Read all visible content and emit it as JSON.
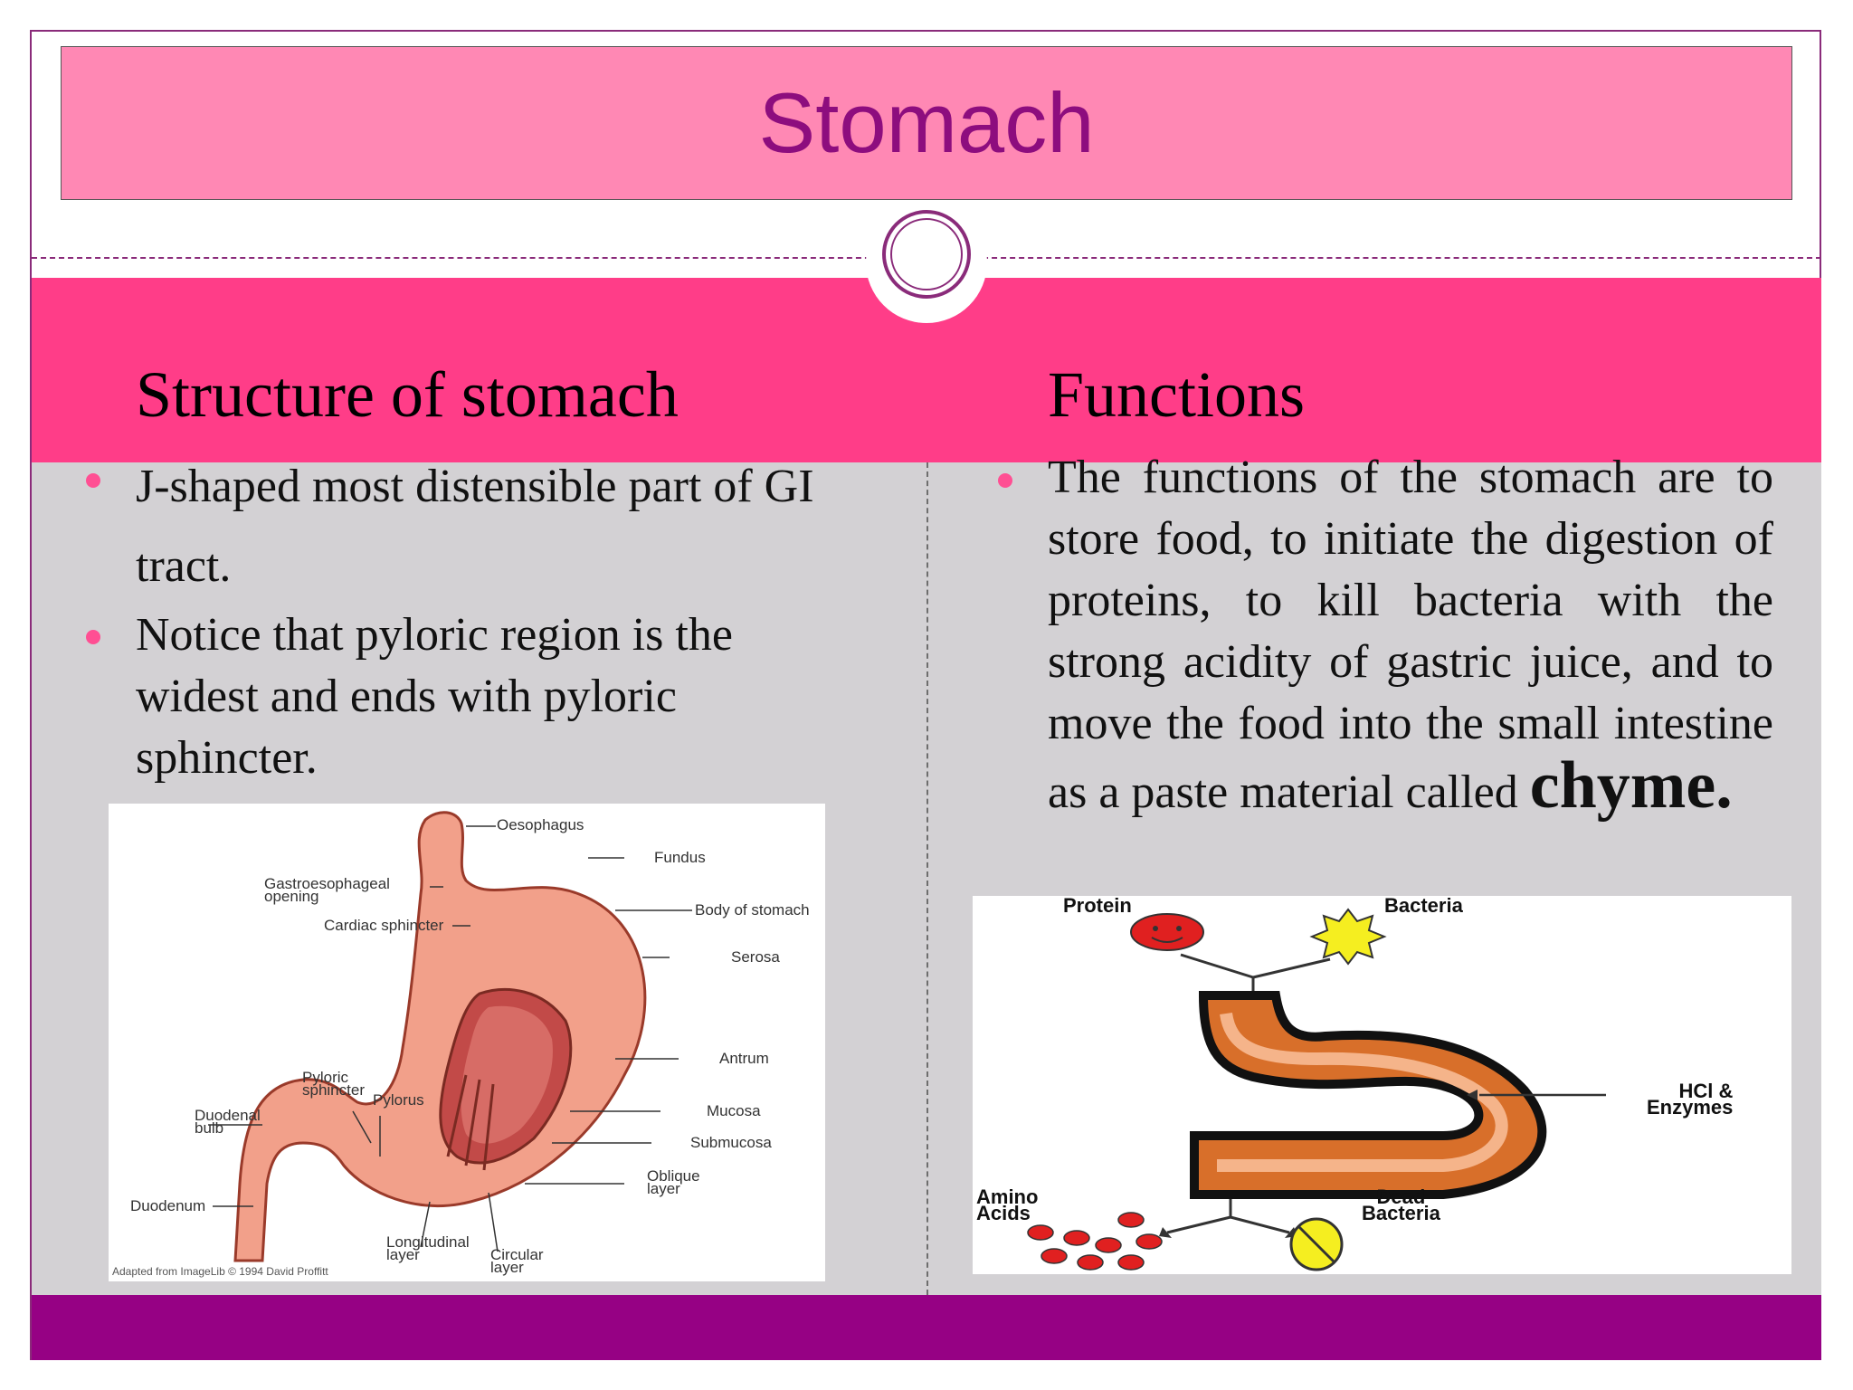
{
  "slide": {
    "title": "Stomach",
    "left_heading": "Structure of stomach",
    "right_heading": "Functions",
    "left_bullets": [
      "J-shaped most distensible part of GI tract.",
      "Notice that pyloric region is the widest and ends with pyloric sphincter."
    ],
    "right_bullet_main": "The functions of the stomach are to store food, to initiate the digestion of proteins, to kill bacteria with the strong acidity of gastric juice, and to move the food into the small intestine as a paste material called",
    "right_bullet_emphasis": "chyme."
  },
  "anatomy_figure": {
    "labels": {
      "oesophagus": "Oesophagus",
      "fundus": "Fundus",
      "gastro_line1": "Gastroesophageal",
      "gastro_line2": "opening",
      "cardiac": "Cardiac sphincter",
      "body": "Body of stomach",
      "serosa": "Serosa",
      "antrum": "Antrum",
      "pyloric_line1": "Pyloric",
      "pyloric_line2": "sphincter",
      "pylorus": "Pylorus",
      "duodenal_line1": "Duodenal",
      "duodenal_line2": "bulb",
      "mucosa": "Mucosa",
      "submucosa": "Submucosa",
      "oblique_line1": "Oblique",
      "oblique_line2": "layer",
      "duodenum": "Duodenum",
      "longitudinal_line1": "Longitudinal",
      "longitudinal_line2": "layer",
      "circular_line1": "Circular",
      "circular_line2": "layer",
      "credit": "Adapted from ImageLib © 1994 David Proffitt"
    }
  },
  "function_figure": {
    "labels": {
      "protein": "Protein",
      "bacteria": "Bacteria",
      "hcl_line1": "HCl &",
      "hcl_line2": "Enzymes",
      "amino_line1": "Amino",
      "amino_line2": "Acids",
      "dead_line1": "Dead",
      "dead_line2": "Bacteria"
    }
  },
  "colors": {
    "title_bar": "#ff88b4",
    "title_text": "#8d0d7e",
    "pink_band": "#ff3d88",
    "body_bg": "#d3d1d4",
    "footer_bar": "#960184",
    "bullet": "#ff4f93"
  }
}
